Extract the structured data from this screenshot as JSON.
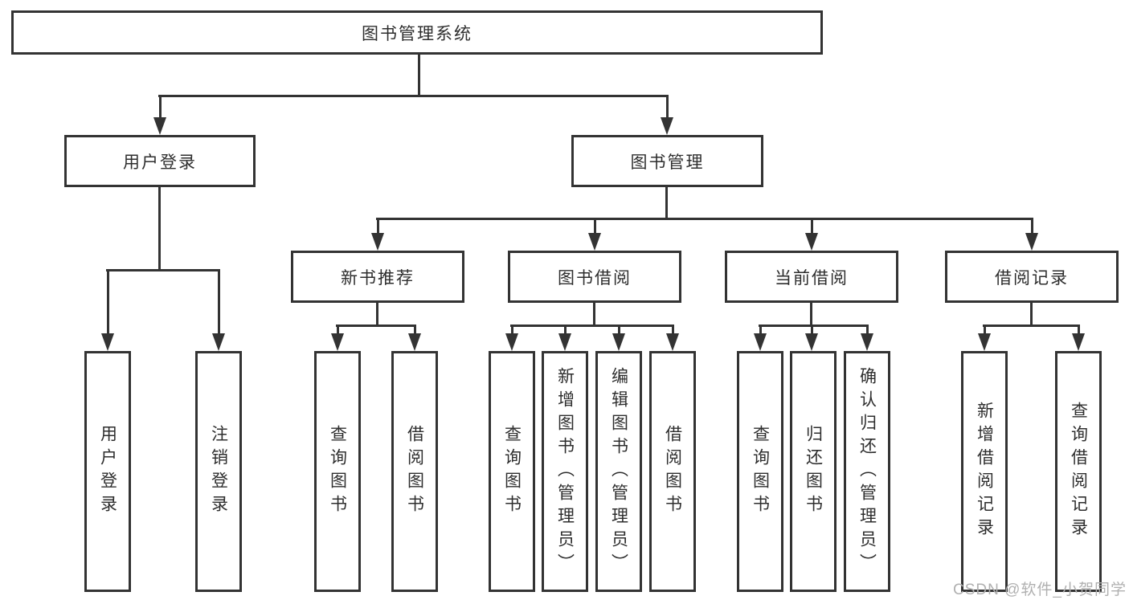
{
  "diagram_title": "图书管理系统",
  "nodes": {
    "root": "图书管理系统",
    "user_login": "用户登录",
    "book_management": "图书管理",
    "new_book_recommend": "新书推荐",
    "book_borrow": "图书借阅",
    "current_borrow": "当前借阅",
    "borrow_records": "借阅记录",
    "leaf_user_login": "用户登录",
    "leaf_logout": "注销登录",
    "rec_query_books": "查询图书",
    "rec_borrow_books": "借阅图书",
    "bb_query_books": "查询图书",
    "bb_add_books": "新增图书（管理员）",
    "bb_edit_books": "编辑图书（管理员）",
    "bb_borrow_books": "借阅图书",
    "cb_query_books": "查询图书",
    "cb_return_books": "归还图书",
    "cb_confirm_return": "确认归还（管理员）",
    "br_add_record": "新增借阅记录",
    "br_query_record": "查询借阅记录"
  },
  "watermark": "CSDN @软件_小贺同学",
  "colors": {
    "line": "#333333",
    "text": "#2e2e2e",
    "watermark": "#b0b0b0",
    "background": "#ffffff"
  }
}
